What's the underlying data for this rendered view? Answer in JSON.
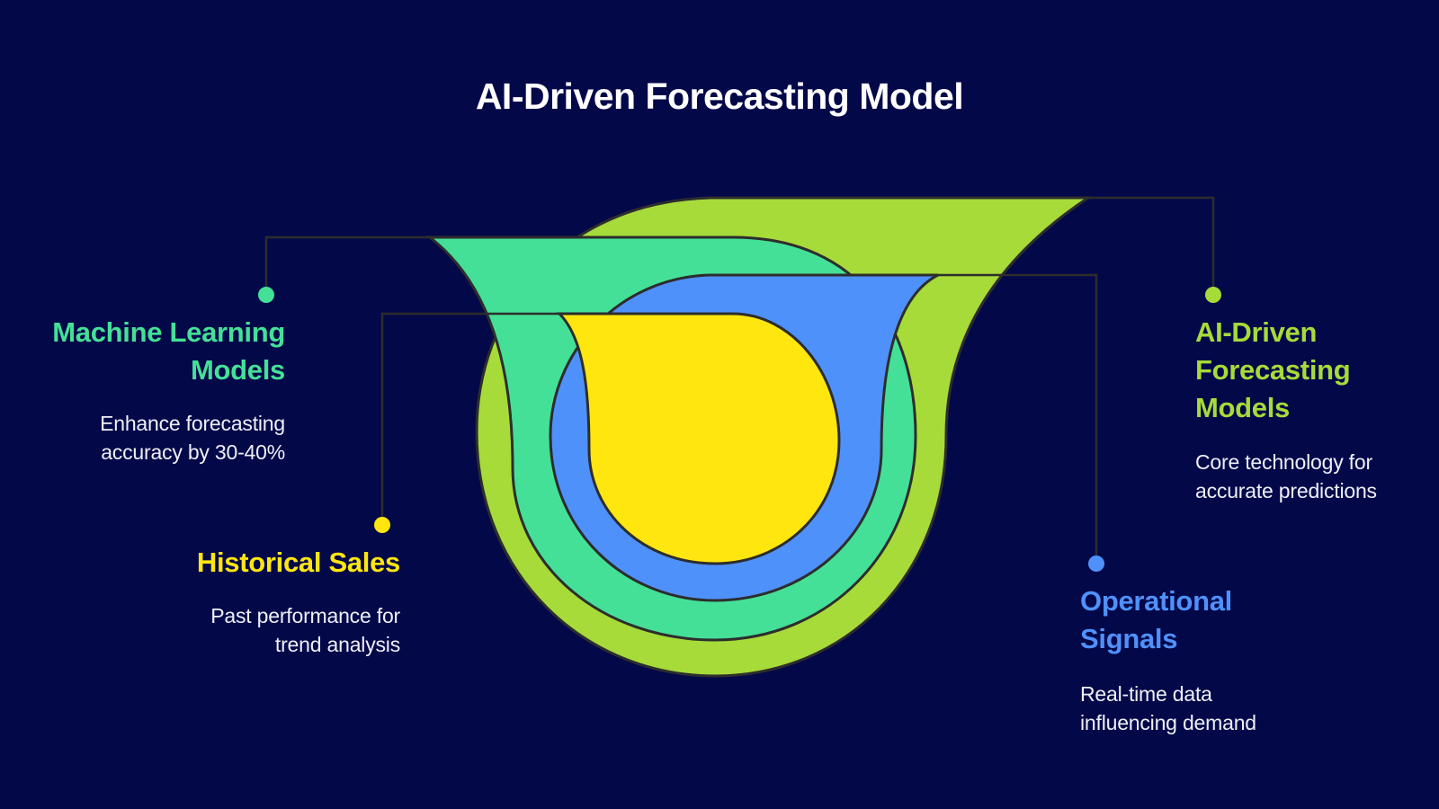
{
  "title": "AI-Driven Forecasting Model",
  "colors": {
    "background": "#030849",
    "ml_green": "#45e097",
    "ai_lime": "#a6db39",
    "ops_blue": "#4f91fb",
    "hist_yellow": "#ffe60f",
    "outline": "#2d2d2d"
  },
  "layers": [
    {
      "id": "ai",
      "title": "AI-Driven Forecasting Models",
      "title_lines": [
        "AI-Driven",
        "Forecasting",
        "Models"
      ],
      "desc_lines": [
        "Core technology for",
        "accurate predictions"
      ],
      "color": "#a6db39"
    },
    {
      "id": "ml",
      "title": "Machine Learning Models",
      "title_lines": [
        "Machine Learning",
        "Models"
      ],
      "desc_lines": [
        "Enhance forecasting",
        "accuracy by 30-40%"
      ],
      "color": "#45e097"
    },
    {
      "id": "ops",
      "title": "Operational Signals",
      "title_lines": [
        "Operational",
        "Signals"
      ],
      "desc_lines": [
        "Real-time data",
        "influencing demand"
      ],
      "color": "#4f91fb"
    },
    {
      "id": "hist",
      "title": "Historical Sales",
      "title_lines": [
        "Historical Sales"
      ],
      "desc_lines": [
        "Past performance for",
        "trend analysis"
      ],
      "color": "#ffe60f"
    }
  ]
}
